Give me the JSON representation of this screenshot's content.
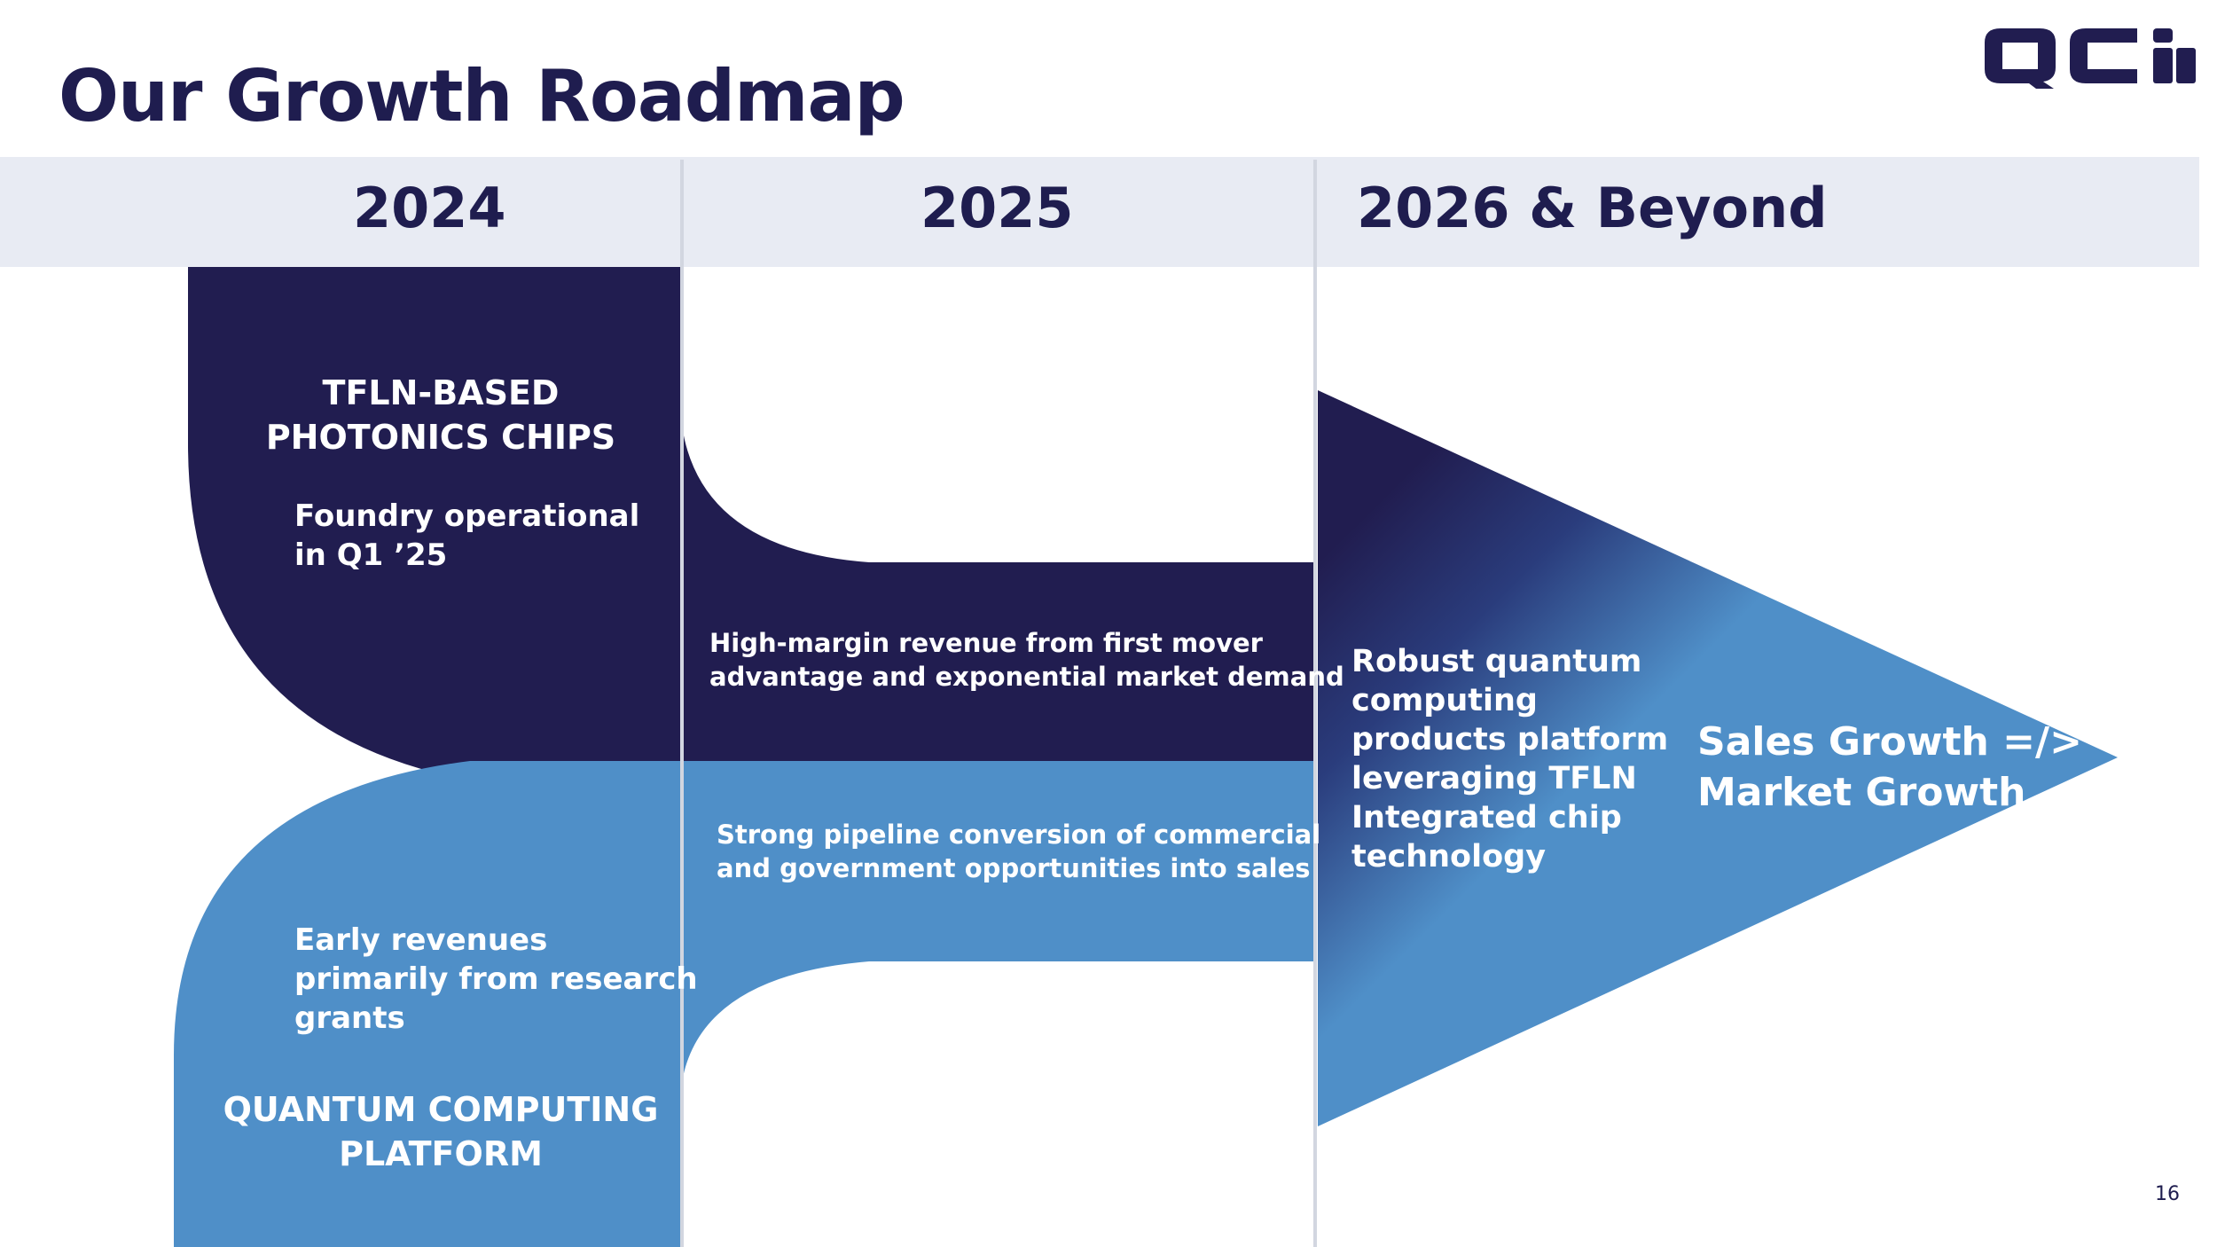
{
  "slide": {
    "title": "Our Growth Roadmap",
    "page_number": "16"
  },
  "logo": {
    "text": "QCi",
    "icon": "qci-logo-icon"
  },
  "timeline": {
    "columns": [
      {
        "label": "2024"
      },
      {
        "label": "2025"
      },
      {
        "label": "2026 & Beyond"
      }
    ]
  },
  "photonics": {
    "title_line1": "TFLN-BASED",
    "title_line2": "PHOTONICS CHIPS",
    "note_line1": "Foundry operational",
    "note_line2": "in Q1 ’25",
    "next_line1": "High-margin revenue from first mover",
    "next_line2": "advantage and exponential market demand"
  },
  "quantum": {
    "note_line1": "Early revenues",
    "note_line2": "primarily from research",
    "note_line3": "grants",
    "title_line1": "QUANTUM COMPUTING",
    "title_line2": "PLATFORM",
    "next_line1": "Strong pipeline conversion of commercial",
    "next_line2": "and government opportunities into sales"
  },
  "future": {
    "lines": [
      "Robust quantum",
      "computing",
      "products platform",
      "leveraging TFLN",
      "Integrated chip",
      "technology"
    ],
    "growth_line1": "Sales Growth =/>",
    "growth_line2": "Market Growth"
  },
  "colors": {
    "navy": "#211d50",
    "blue": "#4f8fc8",
    "band": "#e8ebf3",
    "divider": "#d2d6e0",
    "text_dark": "#1f1d4f"
  }
}
